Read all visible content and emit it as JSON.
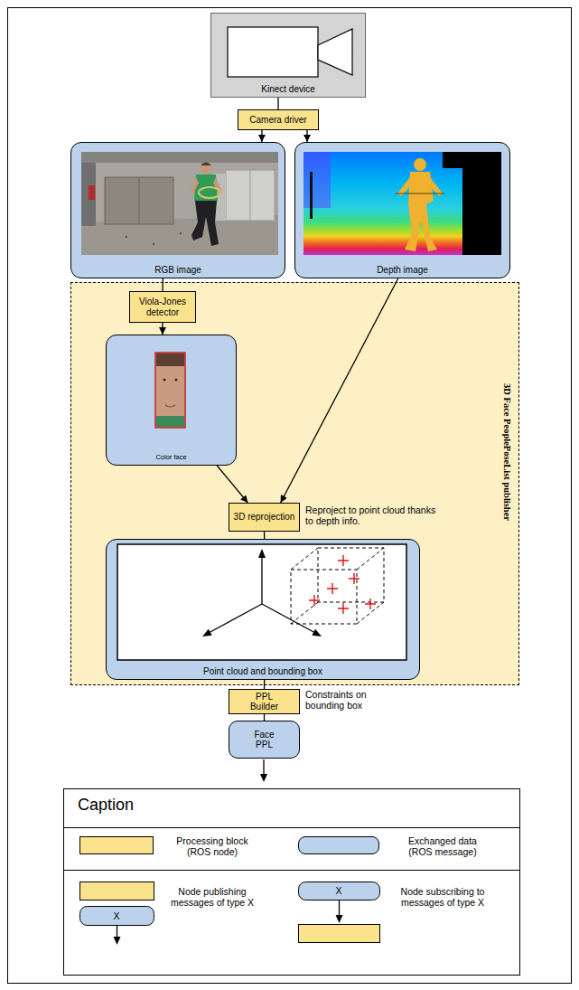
{
  "diagram": {
    "nodes": [
      {
        "text": [
          "Kinect device"
        ]
      },
      {
        "text": [
          "Camera driver"
        ]
      },
      {
        "text": [
          "RGB image"
        ]
      },
      {
        "text": [
          "Depth image"
        ]
      },
      {
        "text": [
          "3D Face PeoplePoseList publisher"
        ]
      },
      {
        "text": [
          "Viola-Jones detector"
        ],
        "in": 4
      },
      {
        "text": [
          "Color face"
        ],
        "in": 4
      },
      {
        "text": [
          "3D reprojection"
        ],
        "in": 4
      },
      {
        "text": [
          "Point cloud and bounding box"
        ],
        "in": 4
      },
      {
        "text": [
          "PPL Builder"
        ]
      },
      {
        "text": [
          "Face PPL"
        ]
      }
    ],
    "edges": [
      {
        "from": 0,
        "to": 1,
        "arrow": "none"
      },
      {
        "from": 1,
        "to": 2,
        "arrow": "to"
      },
      {
        "from": 1,
        "to": 3,
        "arrow": "to"
      },
      {
        "from": 2,
        "to": 5,
        "arrow": "none"
      },
      {
        "from": 5,
        "to": 6,
        "arrow": "to"
      },
      {
        "from": 6,
        "to": 7,
        "arrow": "to"
      },
      {
        "from": 3,
        "to": 7,
        "arrow": "to"
      },
      {
        "from": 7,
        "to": 8,
        "arrow": "none"
      },
      {
        "from": 8,
        "to": 9,
        "arrow": "none"
      },
      {
        "from": 9,
        "to": 10,
        "arrow": "none"
      }
    ],
    "labels": [
      "Reproject to point cloud thanks to depth info.",
      "Constraints on bounding box",
      "Caption",
      "X",
      "X"
    ],
    "legend": [
      {
        "text": "Processing block (ROS node)",
        "color": "#fbe38e"
      },
      {
        "text": "Exchanged data (ROS message)",
        "color": "#bcd2ec"
      },
      {
        "text": "Node publishing messages of type X"
      },
      {
        "text": "Node subscribing to messages of type X"
      }
    ]
  }
}
